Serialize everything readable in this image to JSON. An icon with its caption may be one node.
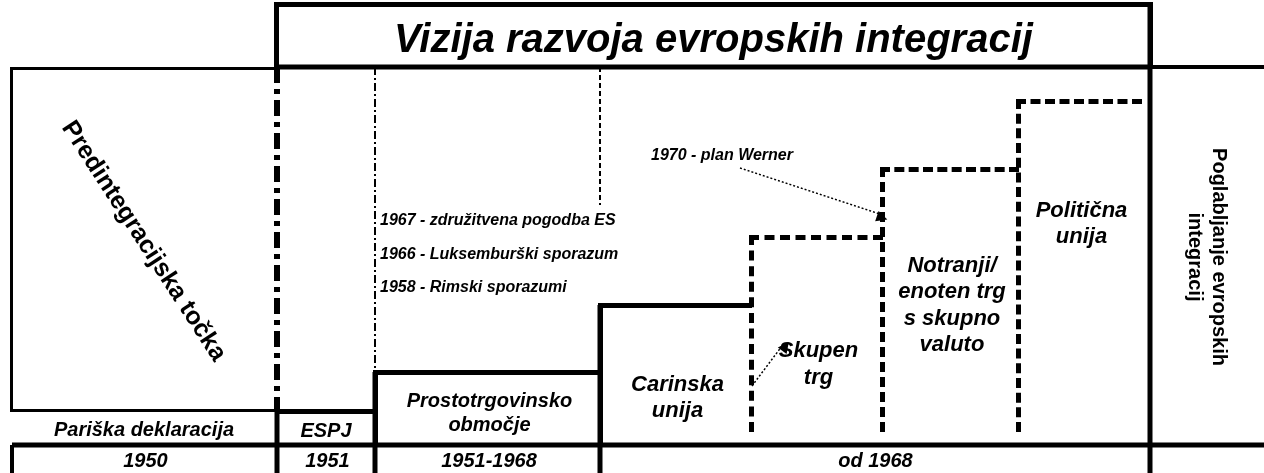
{
  "diagram": {
    "title": "Vizija razvoja evropskih integracij",
    "nodes": [
      {
        "text": [
          "Predintegracijska točka"
        ]
      },
      {
        "text": [
          "ESPJ"
        ]
      },
      {
        "text": [
          "Prostotrgovinsko območje"
        ]
      },
      {
        "text": [
          "Carinska unija"
        ]
      },
      {
        "text": [
          "Skupen trg"
        ]
      },
      {
        "text": [
          "Notranji/ enoten trg s skupno valuto"
        ]
      },
      {
        "text": [
          "Politična unija"
        ]
      },
      {
        "text": [
          "Poglabljanje evropskih integracij"
        ]
      },
      {
        "text": [
          "1970 - plan Werner"
        ]
      }
    ],
    "edges": [
      {
        "from": 8,
        "to": 5,
        "arrow": "to",
        "style": "dashed"
      },
      {
        "from": 3,
        "to": 4,
        "arrow": "to",
        "style": "dashed"
      }
    ],
    "labels": [
      "1967 - združitvena pogodba ES",
      "1966 - Luksemburški sporazum",
      "1958 - Rimski sporazumi",
      "Pariška deklaracija",
      "1950",
      "1951",
      "1951-1968",
      "od 1968"
    ]
  }
}
